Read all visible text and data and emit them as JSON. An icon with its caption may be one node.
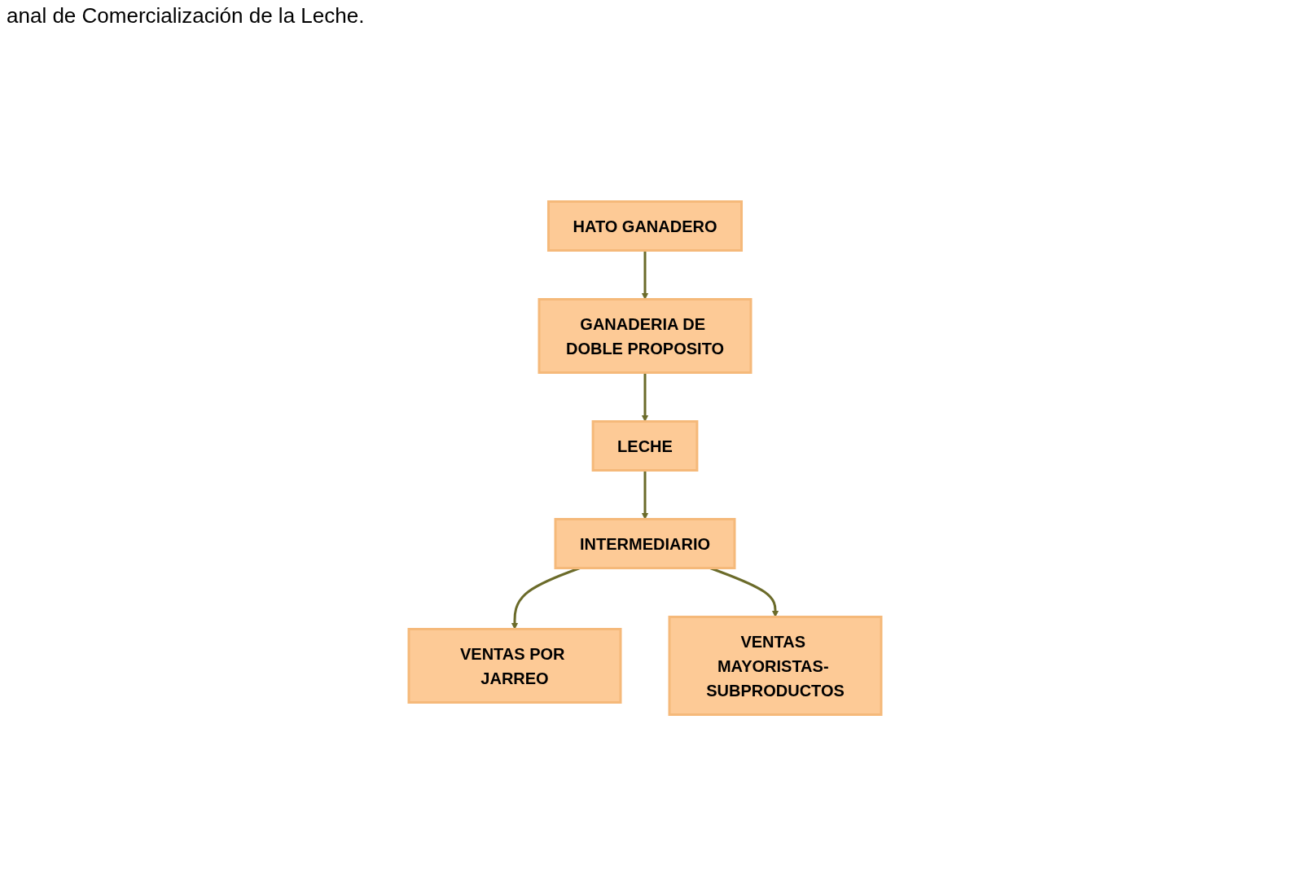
{
  "diagram": {
    "title": "anal de Comercialización de la Leche.",
    "nodes": [
      {
        "text": [
          "HATO GANADERO"
        ]
      },
      {
        "text": [
          "GANADERIA DE DOBLE PROPOSITO"
        ]
      },
      {
        "text": [
          "LECHE"
        ]
      },
      {
        "text": [
          "INTERMEDIARIO"
        ]
      },
      {
        "text": [
          "VENTAS POR JARREO"
        ]
      },
      {
        "text": [
          "VENTAS MAYORISTAS- SUBPRODUCTOS"
        ]
      }
    ],
    "edges": [
      {
        "from": 0,
        "to": 1,
        "arrow": "to"
      },
      {
        "from": 1,
        "to": 2,
        "arrow": "to"
      },
      {
        "from": 2,
        "to": 3,
        "arrow": "to"
      },
      {
        "from": 3,
        "to": 4,
        "arrow": "to"
      },
      {
        "from": 3,
        "to": 5,
        "arrow": "to"
      }
    ]
  }
}
